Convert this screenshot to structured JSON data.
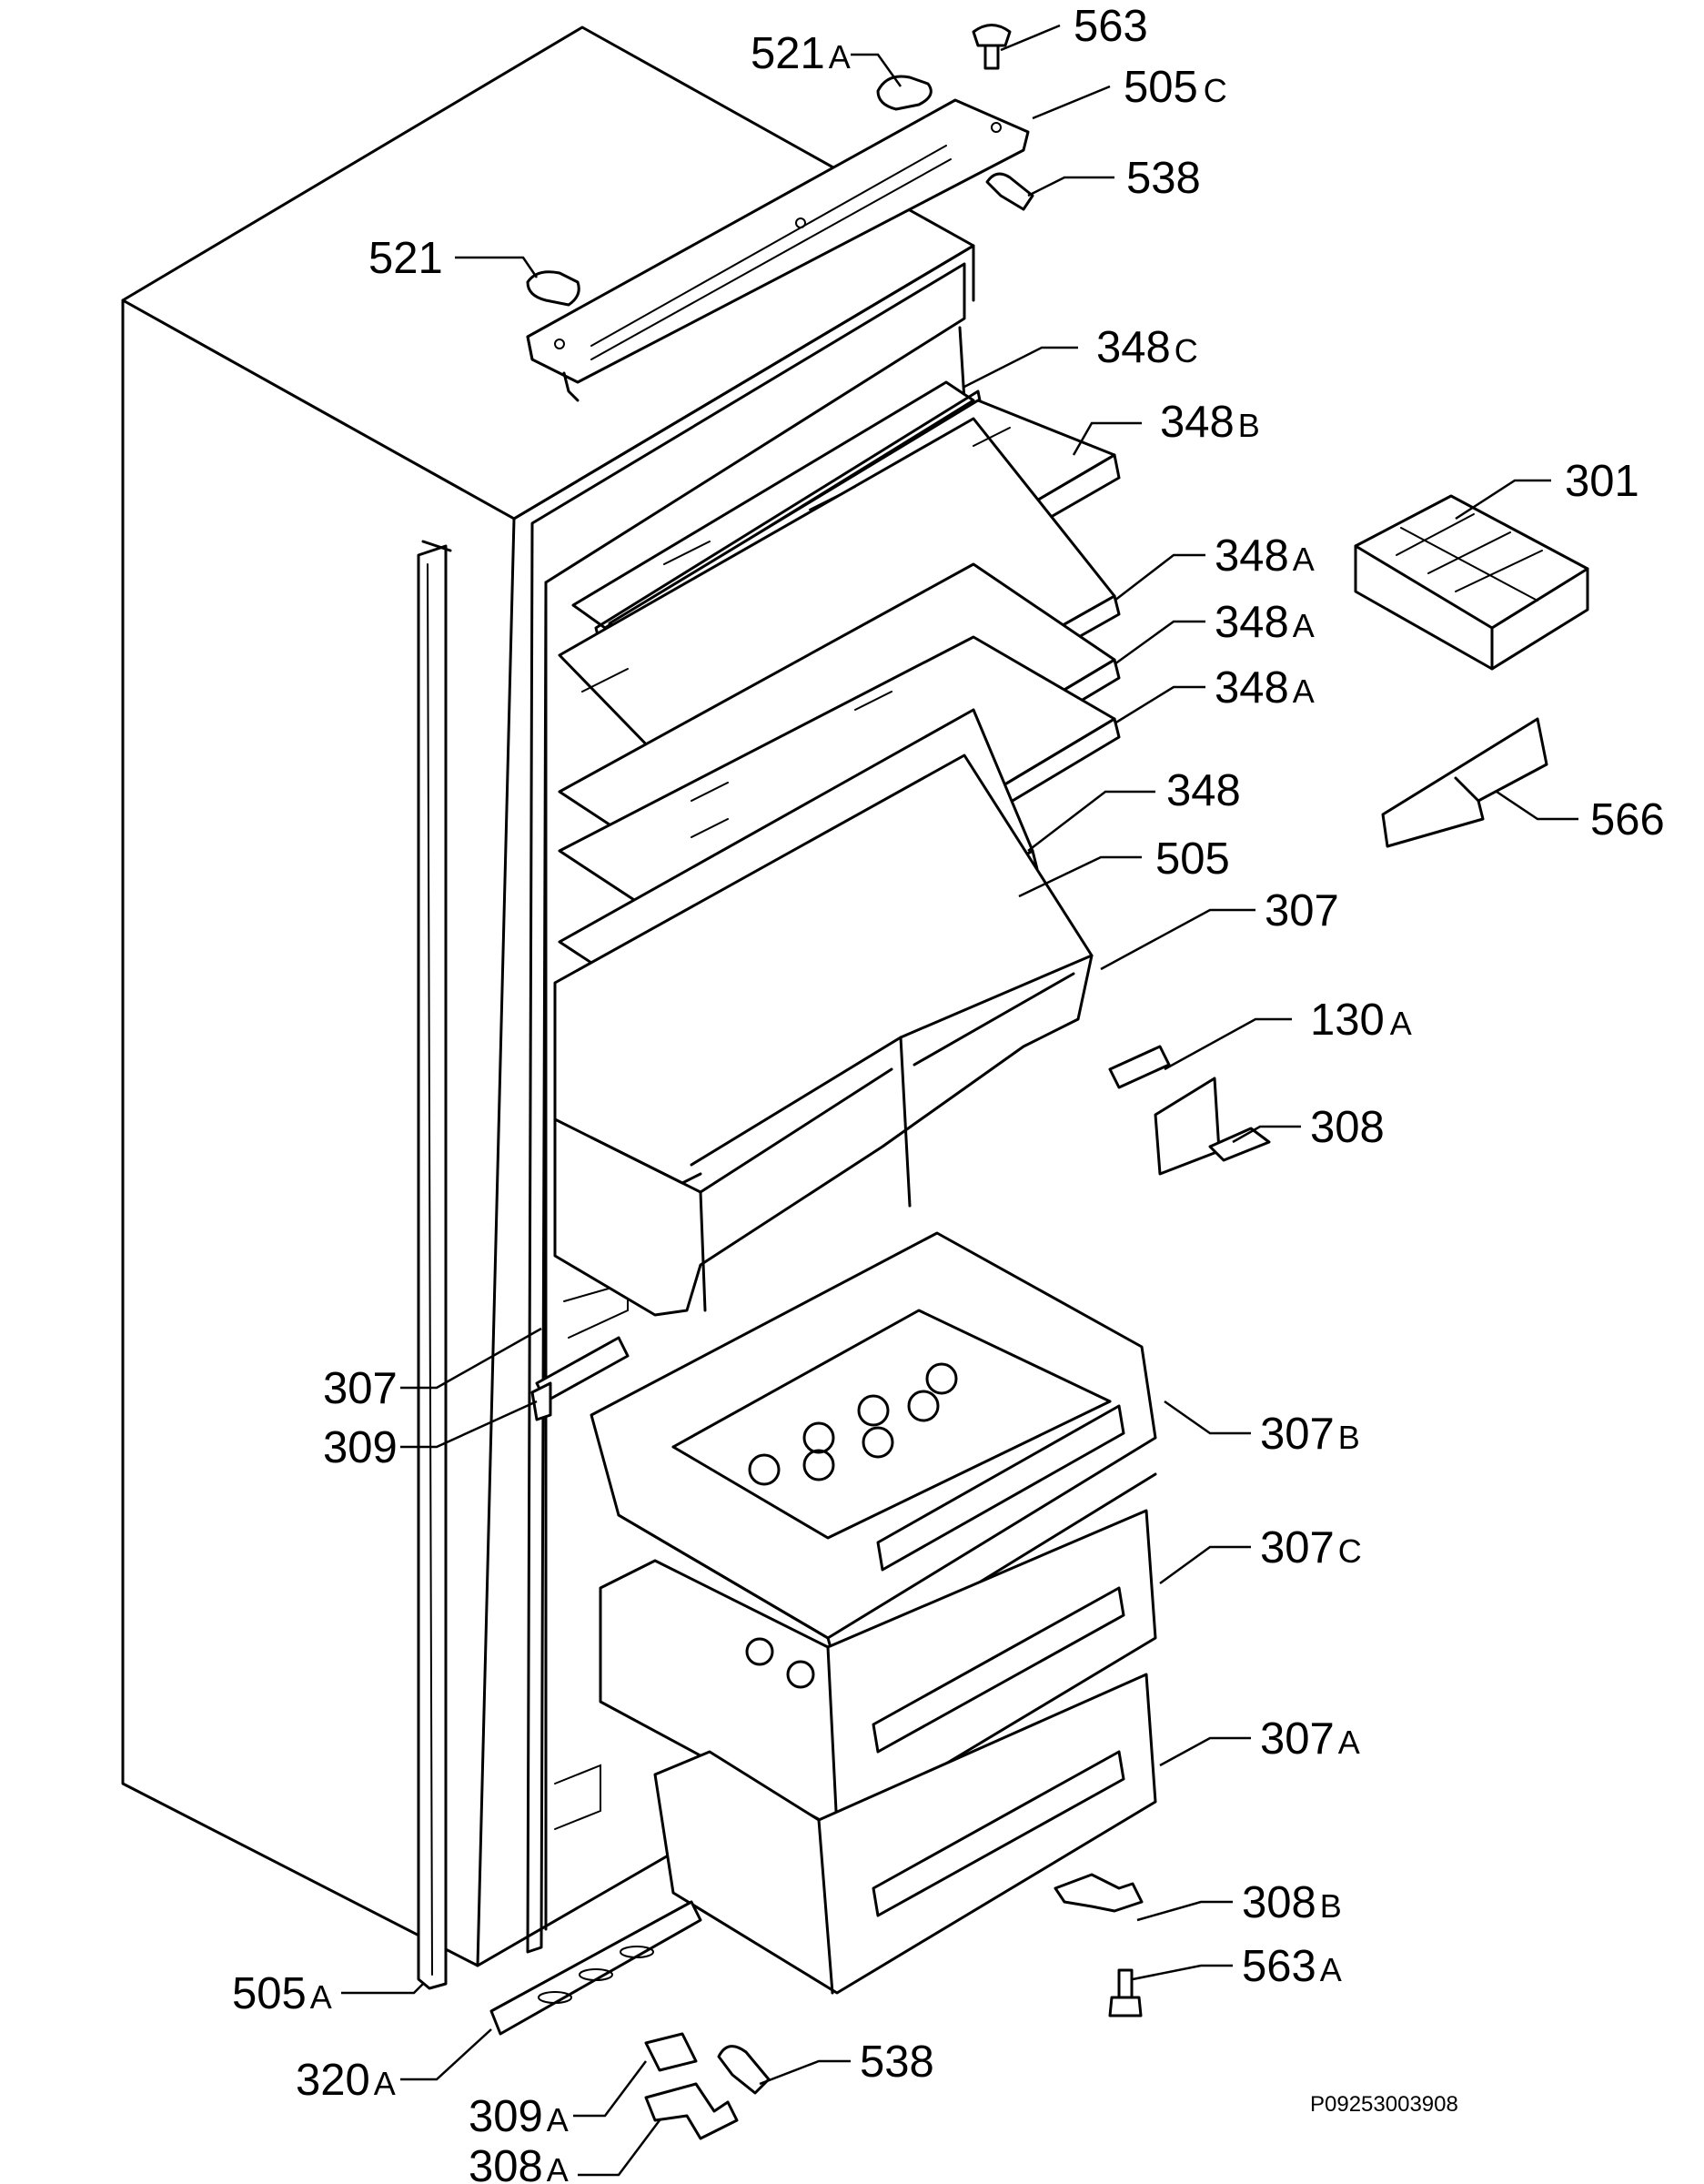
{
  "diagram": {
    "part_labels": [
      {
        "id": "563",
        "num": "563",
        "suffix": ""
      },
      {
        "id": "521a",
        "num": "521",
        "suffix": "A"
      },
      {
        "id": "505c",
        "num": "505",
        "suffix": "C"
      },
      {
        "id": "538",
        "num": "538",
        "suffix": ""
      },
      {
        "id": "521",
        "num": "521",
        "suffix": ""
      },
      {
        "id": "348c",
        "num": "348",
        "suffix": "C"
      },
      {
        "id": "348b",
        "num": "348",
        "suffix": "B"
      },
      {
        "id": "301",
        "num": "301",
        "suffix": ""
      },
      {
        "id": "348a-1",
        "num": "348",
        "suffix": "A"
      },
      {
        "id": "348a-2",
        "num": "348",
        "suffix": "A"
      },
      {
        "id": "348a-3",
        "num": "348",
        "suffix": "A"
      },
      {
        "id": "348",
        "num": "348",
        "suffix": ""
      },
      {
        "id": "566",
        "num": "566",
        "suffix": ""
      },
      {
        "id": "505",
        "num": "505",
        "suffix": ""
      },
      {
        "id": "307",
        "num": "307",
        "suffix": ""
      },
      {
        "id": "130a",
        "num": "130",
        "suffix": "A"
      },
      {
        "id": "308",
        "num": "308",
        "suffix": ""
      },
      {
        "id": "307-left",
        "num": "307",
        "suffix": ""
      },
      {
        "id": "309",
        "num": "309",
        "suffix": ""
      },
      {
        "id": "307b",
        "num": "307",
        "suffix": "B"
      },
      {
        "id": "307c",
        "num": "307",
        "suffix": "C"
      },
      {
        "id": "307a",
        "num": "307",
        "suffix": "A"
      },
      {
        "id": "308b",
        "num": "308",
        "suffix": "B"
      },
      {
        "id": "563a",
        "num": "563",
        "suffix": "A"
      },
      {
        "id": "505a",
        "num": "505",
        "suffix": "A"
      },
      {
        "id": "538-bottom",
        "num": "538",
        "suffix": ""
      },
      {
        "id": "320a",
        "num": "320",
        "suffix": "A"
      },
      {
        "id": "309a",
        "num": "309",
        "suffix": "A"
      },
      {
        "id": "308a",
        "num": "308",
        "suffix": "A"
      }
    ],
    "drawing_code": "P09253003908"
  }
}
